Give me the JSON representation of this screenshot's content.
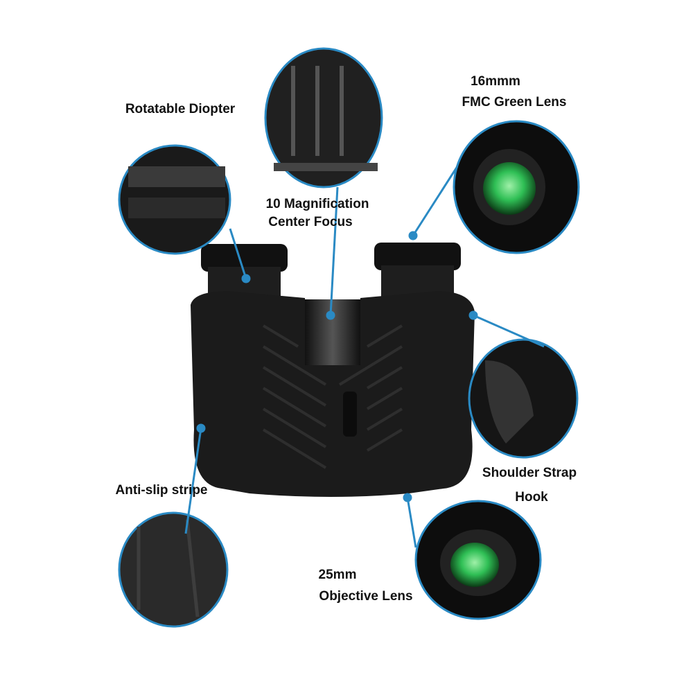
{
  "callouts": {
    "diopter": {
      "label": "Rotatable Diopter"
    },
    "focus": {
      "line1": "10 Magnification",
      "line2": "Center Focus"
    },
    "eyepiece": {
      "line1": "16mmm",
      "line2": "FMC Green Lens"
    },
    "strap": {
      "line1": "Shoulder Strap",
      "line2": "Hook"
    },
    "grip": {
      "label": "Anti-slip stripe"
    },
    "objective": {
      "line1": "25mm",
      "line2": "Objective Lens"
    }
  },
  "colors": {
    "accent": "#2a8ac4",
    "lens_green": "#2fbf55",
    "body": "#1b1b1b"
  }
}
